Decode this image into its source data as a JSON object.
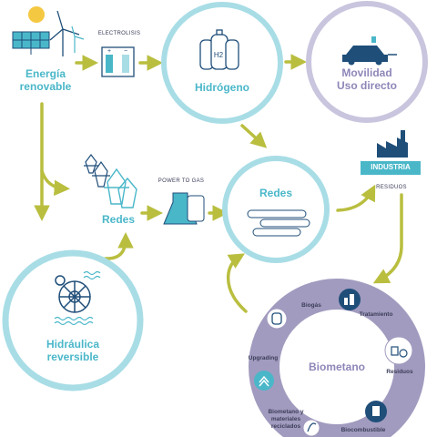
{
  "nodes": {
    "energia": "Energía\nrenovable",
    "electrolisis": "ELECTROLISIS",
    "hidrogeno": "Hidrógeno",
    "h2_symbol": "H2",
    "movilidad": "Movilidad\nUso directo",
    "industria": "INDUSTRIA",
    "residuos_top": "RESIDUOS",
    "power_to_gas": "POWER TO GAS",
    "redes_left": "Redes",
    "redes_center": "Redes",
    "hidraulica": "Hidráulica\nreversible",
    "biometano": "Biometano"
  },
  "ring_items": {
    "biogas": "Biogás",
    "tratamiento": "Tratamiento",
    "residuos": "Residuos",
    "biocombustible": "Biocombustible",
    "reciclados": "Biometano y\nmateriales\nreciclados",
    "upgrading": "Upgrading"
  },
  "colors": {
    "teal": "#4ab7c9",
    "teal_light": "#a8dde6",
    "purple": "#8f86b8",
    "navy": "#1f4e79",
    "arrow": "#b9be3f",
    "ring": "#a19bbf"
  }
}
